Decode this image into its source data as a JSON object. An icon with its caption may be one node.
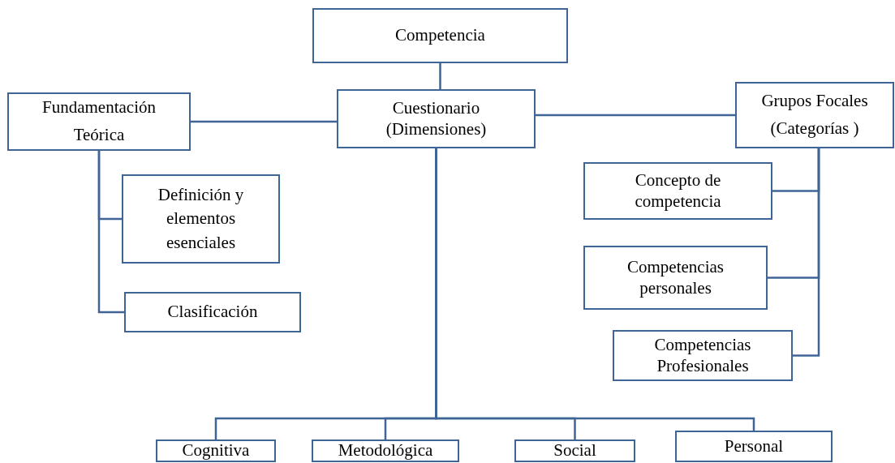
{
  "diagram": {
    "nodes": [
      {
        "text": [
          "Competencia"
        ]
      },
      {
        "text": [
          "Fundamentación Teórica"
        ]
      },
      {
        "text": [
          "Cuestionario (Dimensiones)"
        ]
      },
      {
        "text": [
          "Grupos Focales (Categorías )"
        ]
      },
      {
        "text": [
          "Definición y elementos esenciales"
        ]
      },
      {
        "text": [
          "Clasificación"
        ]
      },
      {
        "text": [
          "Concepto de competencia"
        ]
      },
      {
        "text": [
          "Competencias personales"
        ]
      },
      {
        "text": [
          "Competencias Profesionales"
        ]
      },
      {
        "text": [
          "Cognitiva"
        ]
      },
      {
        "text": [
          "Metodológica"
        ]
      },
      {
        "text": [
          "Social"
        ]
      },
      {
        "text": [
          "Personal"
        ]
      }
    ],
    "edges": [
      {
        "from": 0,
        "to": 2,
        "arrow": "none"
      },
      {
        "from": 2,
        "to": 1,
        "arrow": "none"
      },
      {
        "from": 2,
        "to": 3,
        "arrow": "none"
      },
      {
        "from": 1,
        "to": 4,
        "arrow": "none"
      },
      {
        "from": 1,
        "to": 5,
        "arrow": "none"
      },
      {
        "from": 3,
        "to": 6,
        "arrow": "none"
      },
      {
        "from": 3,
        "to": 7,
        "arrow": "none"
      },
      {
        "from": 3,
        "to": 8,
        "arrow": "none"
      },
      {
        "from": 2,
        "to": 9,
        "arrow": "none"
      },
      {
        "from": 2,
        "to": 10,
        "arrow": "none"
      },
      {
        "from": 2,
        "to": 11,
        "arrow": "none"
      },
      {
        "from": 2,
        "to": 12,
        "arrow": "none"
      }
    ]
  }
}
